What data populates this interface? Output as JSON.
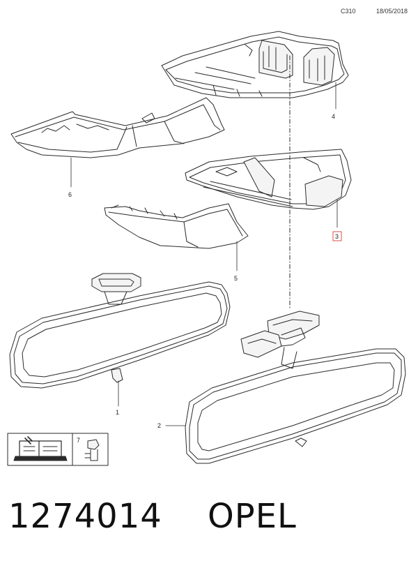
{
  "header": {
    "code": "C310",
    "date": "18/05/2018"
  },
  "callouts": {
    "c1": "1",
    "c2": "2",
    "c3": "3",
    "c4": "4",
    "c5": "5",
    "c6": "6",
    "c7": "7"
  },
  "highlight_color": "#d9534f",
  "footer": {
    "part_number": "1274014",
    "brand": "OPEL"
  },
  "icons": [
    "service-manual-icon",
    "connector-icon"
  ]
}
